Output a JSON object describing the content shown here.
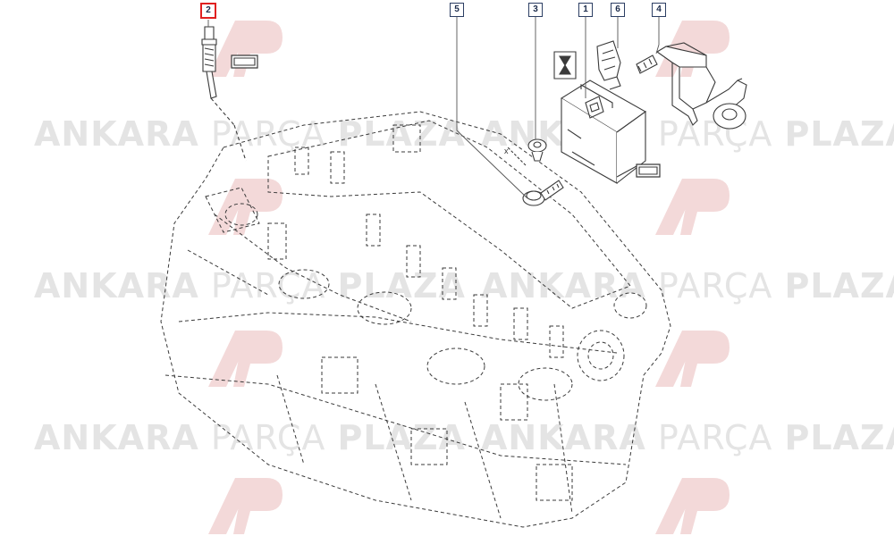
{
  "watermark": {
    "word1": "ANKARA",
    "word2": "PARÇA",
    "word3": "PLAZA",
    "color": "#e4e4e4",
    "logo_color": "#f3d9d9",
    "logo_icon": "ap-logo-icon"
  },
  "callouts": [
    {
      "id": "callout-2",
      "label": "2",
      "highlighted": true
    },
    {
      "id": "callout-5",
      "label": "5",
      "highlighted": false
    },
    {
      "id": "callout-3",
      "label": "3",
      "highlighted": false
    },
    {
      "id": "callout-1",
      "label": "1",
      "highlighted": false
    },
    {
      "id": "callout-6",
      "label": "6",
      "highlighted": false
    },
    {
      "id": "callout-4",
      "label": "4",
      "highlighted": false
    }
  ],
  "annotations": {
    "bolt_axis_mark": "x"
  },
  "colors": {
    "line": "#3a3a3a",
    "callout_border": "#2c3e63",
    "highlight": "#e02020"
  }
}
